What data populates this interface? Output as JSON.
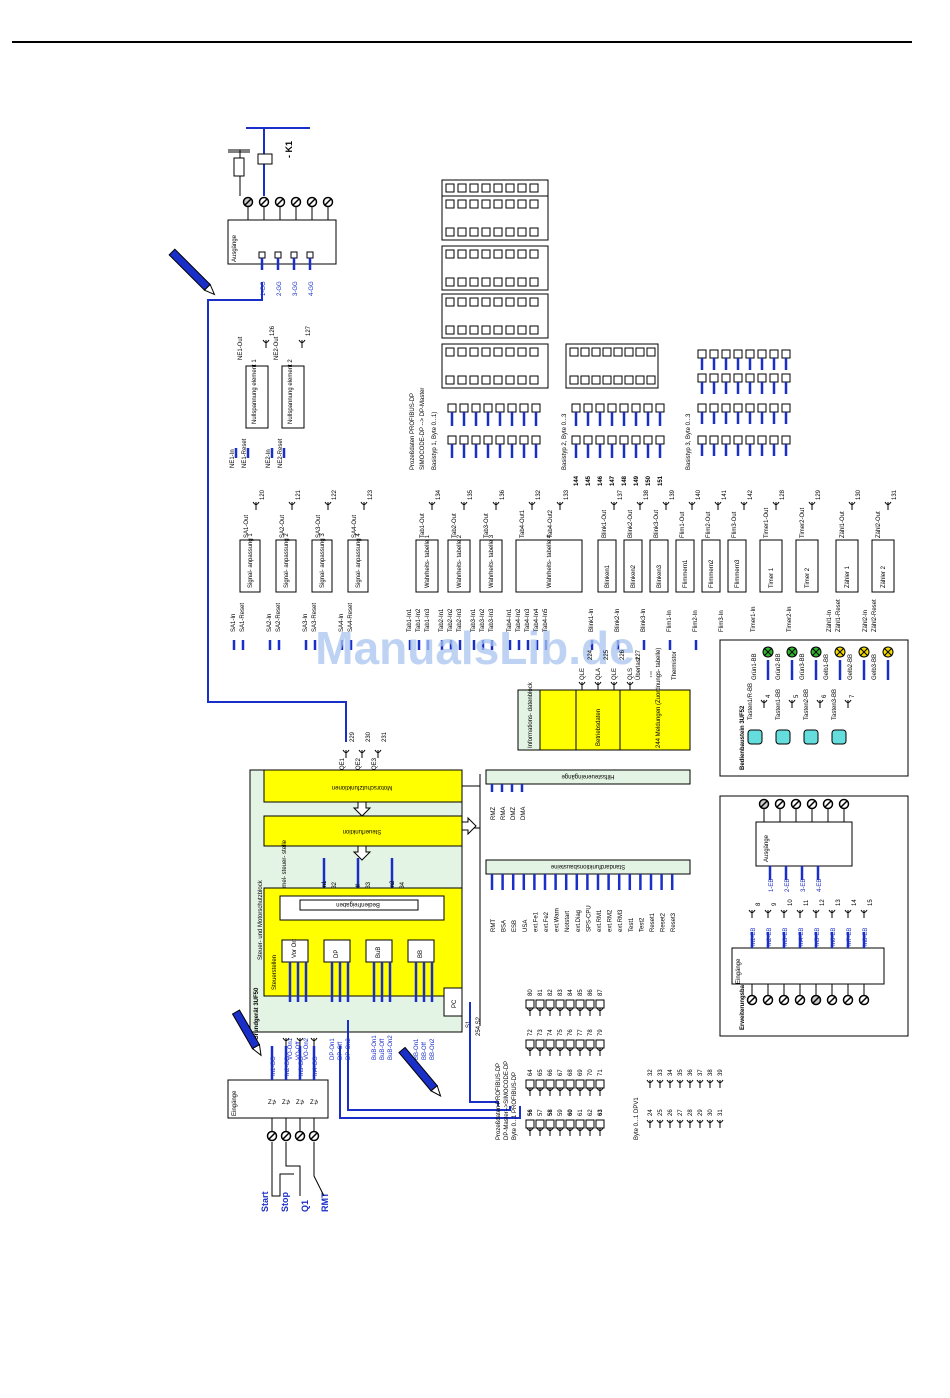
{
  "watermark": "ManualsLib.de",
  "colors": {
    "wire": "#1a2ec8",
    "block": "#ffff00",
    "panel": "#e4f4e4",
    "led_green": "#2db52d",
    "led_yellow": "#f0d800",
    "button": "#66dddd"
  },
  "contactor": {
    "label": "- K1"
  },
  "outputs_block": {
    "title": "Ausgänge",
    "pins": [
      "1-GG",
      "2-GG",
      "3-GG",
      "4-GG"
    ]
  },
  "inputs_block": {
    "title": "Eingänge",
    "pins": [
      "In1-GG",
      "In2-GG",
      "In3-GG",
      "In4-GG"
    ],
    "pin_numbers": [
      "1",
      "2",
      "3"
    ],
    "field_labels": [
      "Start",
      "Stop",
      "Q1",
      "RMT"
    ]
  },
  "basic_unit_label": "Grundgerät 3UF50",
  "null_voltage": [
    {
      "in": "NE1-In",
      "reset": "NE1-Reset",
      "name": "Nullspannung element 1",
      "out": "NE1-Out",
      "num": "126"
    },
    {
      "in": "NE2-In",
      "reset": "NE2-Reset",
      "name": "Nullspannung element 2",
      "out": "NE2-Out",
      "num": "127"
    }
  ],
  "signal_adapt": [
    {
      "in": "SA1-In",
      "reset": "SA1-Reset",
      "name": "Signal- anpassung 1",
      "out": "SA1-Out",
      "num": "120"
    },
    {
      "in": "SA2-In",
      "reset": "SA2-Reset",
      "name": "Signal- anpassung 2",
      "out": "SA2-Out",
      "num": "121"
    },
    {
      "in": "SA3-In",
      "reset": "SA3-Reset",
      "name": "Signal- anpassung 3",
      "out": "SA3-Out",
      "num": "122"
    },
    {
      "in": "SA4-In",
      "reset": "SA4-Reset",
      "name": "Signal- anpassung 4",
      "out": "SA4-Out",
      "num": "123"
    }
  ],
  "truth_tables": [
    {
      "ins": [
        "Tab1-In1",
        "Tab1-In2",
        "Tab1-In3"
      ],
      "name": "Wahrheits- tabelle 1",
      "out": "Tab1-Out",
      "num": "134"
    },
    {
      "ins": [
        "Tab2-In1",
        "Tab2-In2",
        "Tab2-In3"
      ],
      "name": "Wahrheits- tabelle 2",
      "out": "Tab2-Out",
      "num": "135"
    },
    {
      "ins": [
        "Tab3-In1",
        "Tab3-In2",
        "Tab3-In3"
      ],
      "name": "Wahrheits- tabelle 3",
      "out": "Tab3-Out",
      "num": "136"
    }
  ],
  "truth_table4": {
    "ins": [
      "Tab4-In1",
      "Tab4-In2",
      "Tab4-In3",
      "Tab4-In4",
      "Tab4-In5"
    ],
    "name": "Wahrheits- tabelle 4",
    "outs": [
      "Tab4-Out1",
      "Tab4-Out2"
    ],
    "nums": [
      "132",
      "133"
    ]
  },
  "blinks": [
    {
      "in": "Blink1-In",
      "name": "Blinken1",
      "out": "Blink1-Out",
      "num": "137"
    },
    {
      "in": "Blink2-In",
      "name": "Blinken2",
      "out": "Blink2-Out",
      "num": "138"
    },
    {
      "in": "Blink3-In",
      "name": "Blinken3",
      "out": "Blink3-Out",
      "num": "139"
    }
  ],
  "flickers": [
    {
      "in": "Flim1-In",
      "name": "Flimmern1",
      "out": "Flim1-Out",
      "num": "140"
    },
    {
      "in": "Flim2-In",
      "name": "Flimmern2",
      "out": "Flim2-Out",
      "num": "141"
    },
    {
      "in": "Flim3-In",
      "name": "Flimmern3",
      "out": "Flim3-Out",
      "num": "142"
    }
  ],
  "timers": [
    {
      "in": "Timer1-In",
      "name": "Timer 1",
      "out": "Timer1-Out",
      "num": "128"
    },
    {
      "in": "Timer2-In",
      "name": "Timer 2",
      "out": "Timer2-Out",
      "num": "129"
    }
  ],
  "counters": [
    {
      "in": "Zähl1-In",
      "reset": "Zähl1-Reset",
      "name": "Zähler 1",
      "out": "Zähl1-Out",
      "num": "130"
    },
    {
      "in": "Zähl2-In",
      "reset": "Zähl2-Reset",
      "name": "Zähler 2",
      "out": "Zähl2-Out",
      "num": "131"
    }
  ],
  "profibus_in": {
    "title": "Prozeßdaten PROFIBUS-DP",
    "sub": "SIMOCODE-DP --> DP-Master",
    "bt1": "Basistyp 1, Byte 0...1)",
    "bt2": "Basistyp 2, Byte 0...3",
    "bt3": "Basistyp 3, Byte 0...3",
    "nums": [
      "144",
      "145",
      "146",
      "147",
      "148",
      "149",
      "150",
      "151"
    ]
  },
  "info_block": {
    "title": "Informations- datenblock",
    "operating": "Betriebsdaten",
    "messages": "244 Meldungen (Zuordnungs- tabelle)",
    "signals": [
      "QLE",
      "QLA",
      "QLE",
      "QLS"
    ],
    "signal_nums": [
      "224",
      "225",
      "226",
      "227"
    ],
    "extra": [
      "Überlast",
      "Thermistor"
    ]
  },
  "motor_protection": "Motorschutzfunktionen",
  "control_function": "Steuerfunktion",
  "control_block": "Steuer- und Motorschutzblock",
  "control_stations": "Steuerstellen",
  "operator_enable": "Bedienfreigaben",
  "collective": "Sammel- steuer- stelle",
  "qe": [
    {
      "label": "QE1",
      "num": "229"
    },
    {
      "label": "QE2",
      "num": "230"
    },
    {
      "label": "QE3",
      "num": "231"
    }
  ],
  "on_off": [
    {
      "label": "On1",
      "num": "232"
    },
    {
      "label": "Off",
      "num": "233"
    },
    {
      "label": "On2",
      "num": "234"
    }
  ],
  "stations": [
    {
      "name": "Vor Ort",
      "ins": [
        "VO-On1",
        "VO-Off",
        "VO-On2"
      ]
    },
    {
      "name": "DP",
      "ins": [
        "DP-On1",
        "DP-Off",
        "DP-On2"
      ],
      "bold": "56"
    },
    {
      "name": "BuB",
      "ins": [
        "BuB-On1",
        "BuB-Off",
        "BuB-On2"
      ],
      "bold": [
        "24",
        "25",
        "26"
      ]
    },
    {
      "name": "BB",
      "ins": [
        "BB-On1",
        "BB-Off",
        "BB-On2"
      ]
    }
  ],
  "pc": "PC",
  "s_labels": [
    "S1",
    "254 S2"
  ],
  "aux_inputs": {
    "title": "Hilfssteuereingänge",
    "labels": [
      "RMZ",
      "RMA",
      "DMZ",
      "DMA"
    ]
  },
  "std_functions": {
    "title": "Standardfunktionsbausteine",
    "labels": [
      "RMT",
      "BSA",
      "ESB",
      "USA",
      "ext.Fe1",
      "ext.Fe2",
      "ext.Warn",
      "Notstart",
      "ext.Diag",
      "SPS-CPU",
      "ext.RM1",
      "ext.RM2",
      "ext.RM3",
      "Test1",
      "Test2",
      "Reset1",
      "Reset2",
      "Reset3"
    ],
    "bold": [
      "60",
      "63",
      "58",
      "27",
      "62",
      "30"
    ]
  },
  "profibus_out": {
    "title": "Prozeßdaten PROFIBUS-DP",
    "sub": "DP-Master-->SIMOCODE-DP",
    "sub2": "Byte 0...1 PROFIBUS-DP",
    "col1": [
      "56",
      "57",
      "58",
      "59",
      "60",
      "61",
      "62",
      "63"
    ],
    "col2": [
      "64",
      "65",
      "66",
      "67",
      "68",
      "69",
      "70",
      "71"
    ],
    "col3": [
      "72",
      "73",
      "74",
      "75",
      "76",
      "77",
      "78",
      "79"
    ],
    "col4": [
      "80",
      "81",
      "82",
      "83",
      "84",
      "85",
      "86",
      "87"
    ],
    "dpv1": "Byte 0...1 DPV1",
    "col5": [
      "24",
      "25",
      "26",
      "27",
      "28",
      "29",
      "30",
      "31"
    ],
    "col6": [
      "32",
      "33",
      "34",
      "35",
      "36",
      "37",
      "38",
      "39"
    ]
  },
  "operator_module": {
    "title": "Bedienbaustein 3UF52",
    "leds": [
      "Grün1-BB",
      "Grün2-BB",
      "Grün3-BB",
      "Gelb1-BB",
      "Gelb2-BB",
      "Gelb3-BB"
    ],
    "buttons": [
      "Tasten1/R-BB",
      "Tasten1-BB",
      "Tasten2-BB",
      "Tasten3-BB"
    ],
    "nums": [
      "4",
      "5",
      "6",
      "7"
    ]
  },
  "expansion_module": {
    "title": "Erweiterungsbaustein 3UF51",
    "outputs_title": "Ausgänge",
    "outputs": [
      "1-EB",
      "2-EB",
      "3-EB",
      "4-EB"
    ],
    "inputs_title": "Eingänge",
    "inputs": [
      "In1-EB",
      "In2-EB",
      "In3-EB",
      "In4-EB",
      "In5-EB",
      "In6-EB",
      "In7-EB",
      "In8-EB"
    ],
    "nums": [
      "8",
      "9",
      "10",
      "11",
      "12",
      "13",
      "14",
      "15"
    ]
  }
}
